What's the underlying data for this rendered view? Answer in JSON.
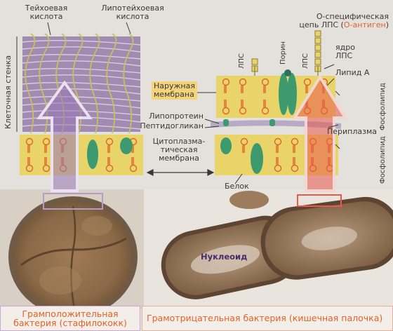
{
  "colors": {
    "membrane_yellow": "#e9d46a",
    "wall_purple": "#a28bb0",
    "protein_green": "#3c9a6e",
    "phospholipid_orange": "#e2622b",
    "arrow_purple": "#9577b4",
    "arrow_red": "#e85a4b",
    "cell_brown": "#8a6a48"
  },
  "labels": {
    "teichoic_acid": "Тейхоевая\nкислота",
    "lipoteichoic_acid": "Липотейхоевая\nкислота",
    "cell_wall": "Клеточная стенка",
    "o_chain": "О-специфическая\nцепь ЛПС (",
    "o_antigen": "О-антиген",
    "o_chain_close": ")",
    "lps_left": "ЛПС",
    "porin": "Порин",
    "lps_right": "ЛПС",
    "lps_core": "ядро\nЛПС",
    "lipid_a": "Липид А",
    "outer_membrane": "Наружная\nмембрана",
    "lipoprotein": "Липопротеин",
    "peptidoglycan": "Пептидогликан",
    "periplasm": "Периплазма",
    "cytoplasmic_membrane": "Цитоплазма-\nтическая\nмембрана",
    "phospholipid_top": "Фосфолипид",
    "phospholipid_bottom": "Фосфолипид",
    "protein": "Белок",
    "nucleoid": "Нуклеоид"
  },
  "captions": {
    "gram_positive": "Грамположительная\nбактерия (стафилококк)",
    "gram_negative": "Грамотрицательная бактерия (кишечная палочка)"
  }
}
